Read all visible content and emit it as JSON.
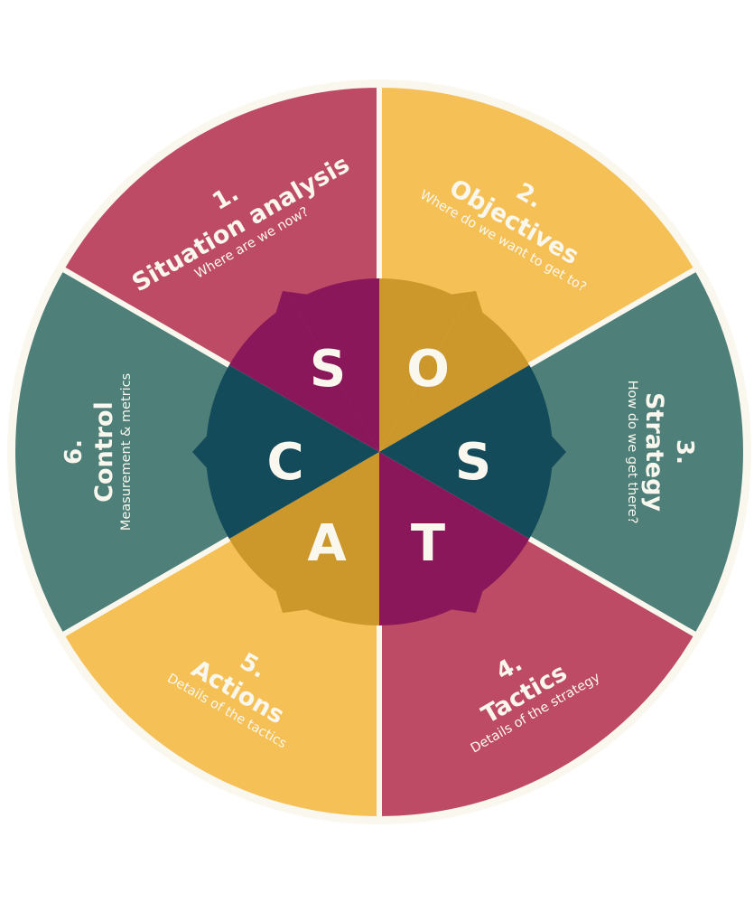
{
  "diagram": {
    "name": "SOSTAC",
    "colors": {
      "outer_rose": "#BD4B65",
      "outer_yellow": "#F5C055",
      "outer_teal": "#4E8079",
      "inner_purple": "#8A1759",
      "inner_gold": "#CC982C",
      "inner_teal": "#134B5B",
      "cream": "#FAF7EE"
    },
    "segments": [
      {
        "number": "1.",
        "title": "Situation analysis",
        "subtitle": "Where are we now?",
        "letter": "S"
      },
      {
        "number": "2.",
        "title": "Objectives",
        "subtitle": "Where do we want to get to?",
        "letter": "O"
      },
      {
        "number": "3.",
        "title": "Strategy",
        "subtitle": "How do we get there?",
        "letter": "S"
      },
      {
        "number": "4.",
        "title": "Tactics",
        "subtitle": "Details of the strategy",
        "letter": "T"
      },
      {
        "number": "5.",
        "title": "Actions",
        "subtitle": "Details of the tactics",
        "letter": "A"
      },
      {
        "number": "6.",
        "title": "Control",
        "subtitle": "Measurement & metrics",
        "letter": "C"
      }
    ]
  }
}
